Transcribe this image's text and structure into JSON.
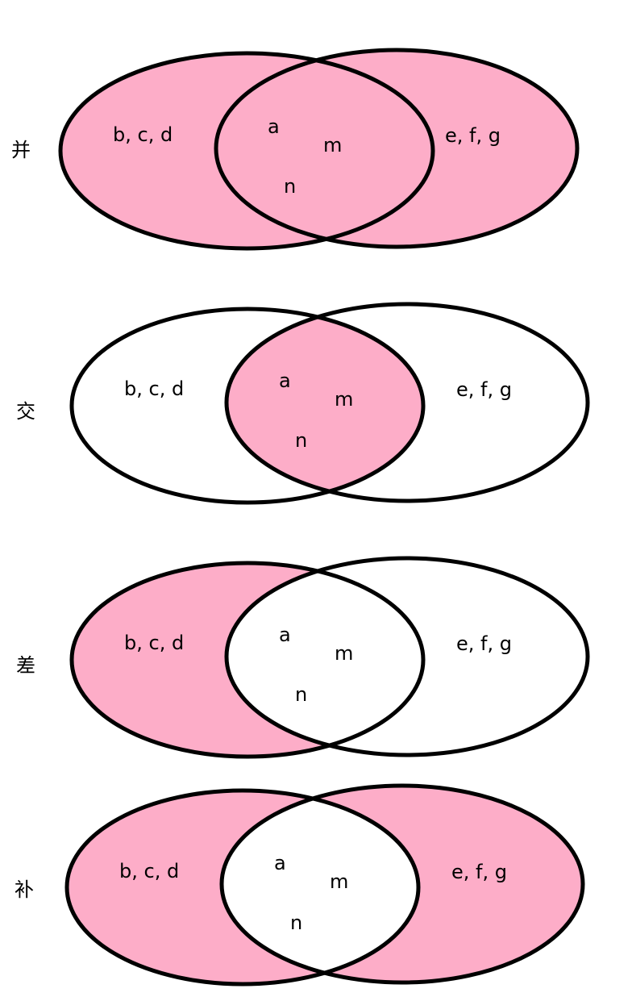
{
  "colors": {
    "fill": "#fdadc8",
    "stroke": "#000000",
    "background": "#ffffff"
  },
  "panels": [
    {
      "id": "union",
      "op_label": "并",
      "shade": [
        "left_only",
        "intersection",
        "right_only"
      ],
      "left_elements": "b, c, d",
      "right_elements": "e, f, g",
      "intersection_elements": [
        "a",
        "m",
        "n"
      ]
    },
    {
      "id": "intersection",
      "op_label": "交",
      "shade": [
        "intersection"
      ],
      "left_elements": "b, c, d",
      "right_elements": "e, f, g",
      "intersection_elements": [
        "a",
        "m",
        "n"
      ]
    },
    {
      "id": "difference",
      "op_label": "差",
      "shade": [
        "left_only"
      ],
      "left_elements": "b, c, d",
      "right_elements": "e, f, g",
      "intersection_elements": [
        "a",
        "m",
        "n"
      ]
    },
    {
      "id": "complement",
      "op_label": "补",
      "shade": [
        "left_only",
        "right_only"
      ],
      "left_elements": "b, c, d",
      "right_elements": "e, f, g",
      "intersection_elements": [
        "a",
        "m",
        "n"
      ]
    }
  ]
}
